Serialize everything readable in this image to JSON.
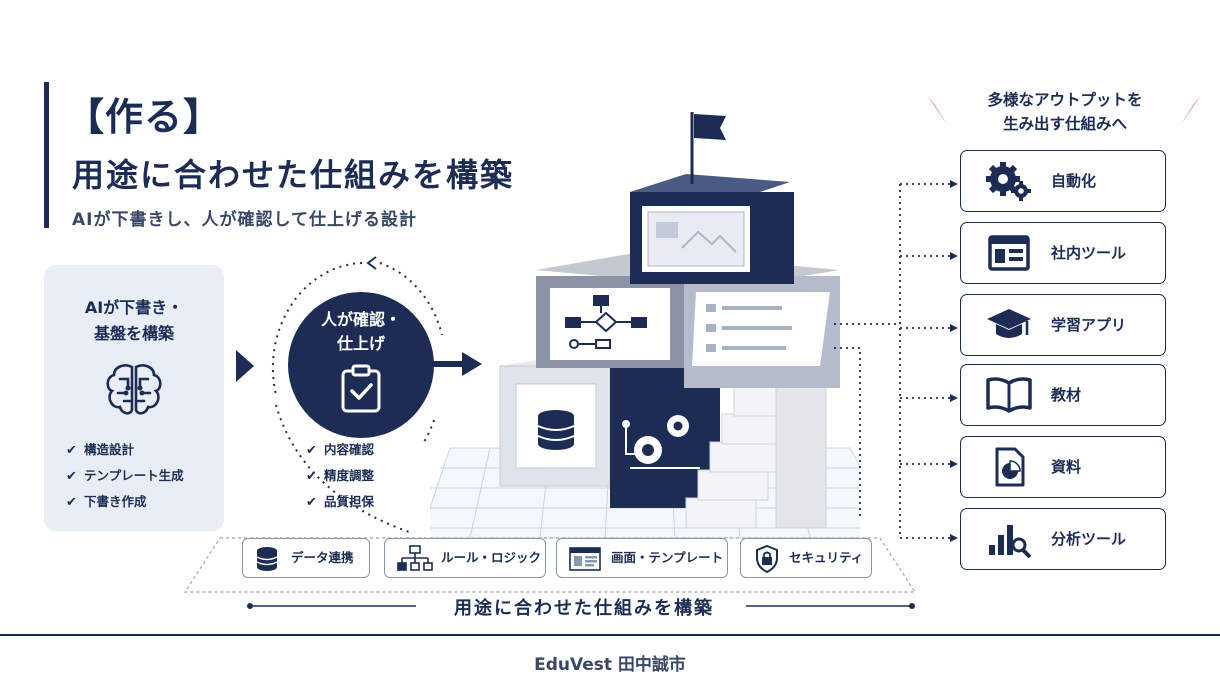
{
  "header": {
    "bracket_title": "【作る】",
    "main_title": "用途に合わせた仕組みを構築",
    "subtitle": "AIが下書きし、人が確認して仕上げる設計"
  },
  "ai_card": {
    "title_line1": "AIが下書き・",
    "title_line2": "基盤を構築",
    "icon": "brain-circuit-icon",
    "items": [
      "構造設計",
      "テンプレート生成",
      "下書き作成"
    ]
  },
  "human_circle": {
    "title_line1": "人が確認・",
    "title_line2": "仕上げ",
    "icon": "clipboard-check-icon",
    "items": [
      "内容確認",
      "精度調整",
      "品質担保"
    ]
  },
  "outputs": {
    "heading_line1": "多様なアウトプットを",
    "heading_line2": "生み出す仕組みへ",
    "items": [
      {
        "label": "自動化",
        "icon": "gears-icon"
      },
      {
        "label": "社内ツール",
        "icon": "browser-window-icon"
      },
      {
        "label": "学習アプリ",
        "icon": "graduation-cap-icon"
      },
      {
        "label": "教材",
        "icon": "open-book-icon"
      },
      {
        "label": "資料",
        "icon": "pie-document-icon"
      },
      {
        "label": "分析ツール",
        "icon": "bar-chart-magnifier-icon"
      }
    ]
  },
  "foundation_tags": [
    {
      "label": "データ連携",
      "icon": "database-icon"
    },
    {
      "label": "ルール・ロジック",
      "icon": "flowchart-icon"
    },
    {
      "label": "画面・テンプレート",
      "icon": "screen-template-icon"
    },
    {
      "label": "セキュリティ",
      "icon": "shield-lock-icon"
    }
  ],
  "bottom_caption": "用途に合わせた仕組みを構築",
  "footer": "EduVest 田中誠市",
  "colors": {
    "navy": "#1c2c55",
    "accent_red": "#d62027",
    "card_bg": "#e8edf6"
  }
}
